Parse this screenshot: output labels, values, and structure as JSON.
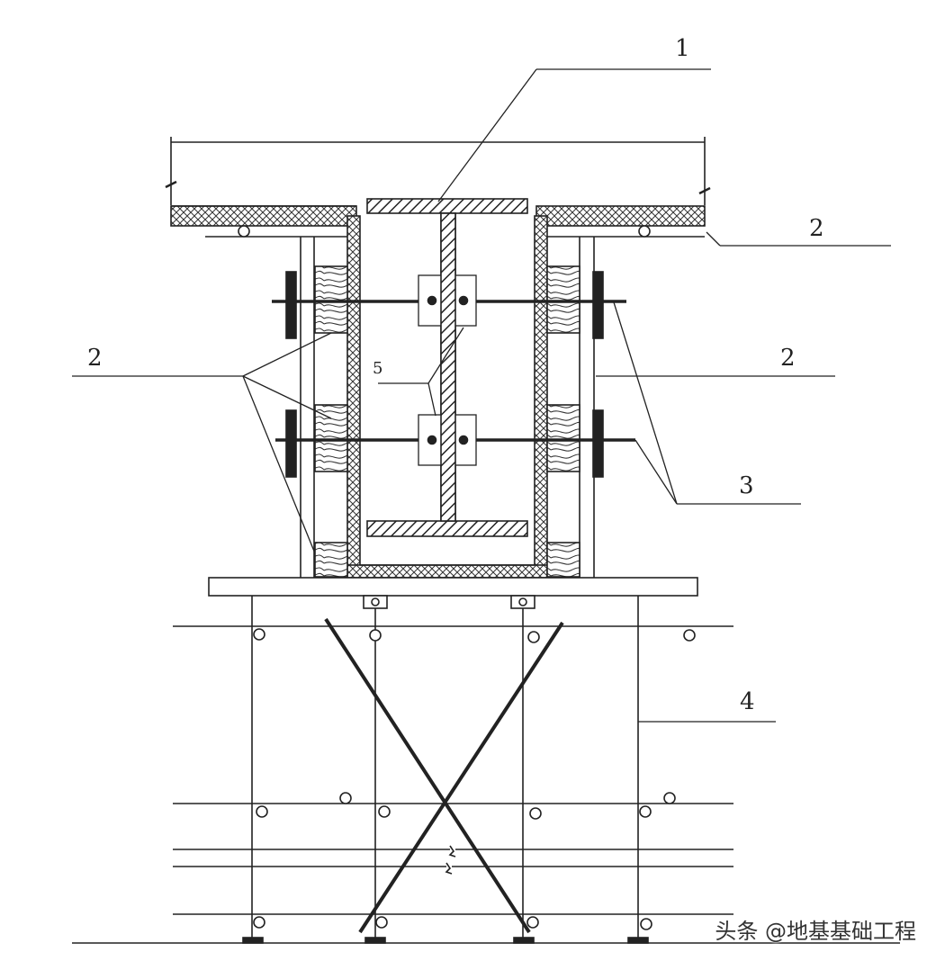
{
  "labels": {
    "l1": "1",
    "l2a": "2",
    "l2b": "2",
    "l2c": "2",
    "l3": "3",
    "l4": "4",
    "l5": "5"
  },
  "watermark": "头条 @地基基础工程",
  "colors": {
    "ink": "#222222",
    "bg": "#ffffff"
  }
}
